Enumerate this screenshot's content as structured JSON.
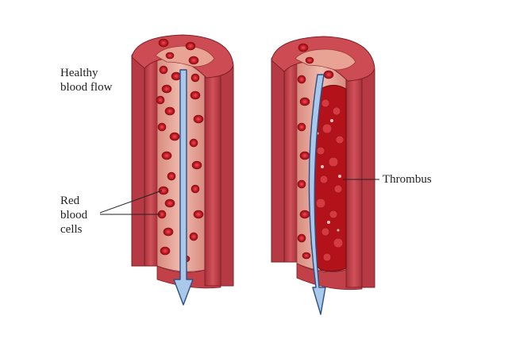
{
  "labels": {
    "healthy_line1": "Healthy",
    "healthy_line2": "blood flow",
    "rbc_line1": "Red",
    "rbc_line2": "blood",
    "rbc_line3": "cells",
    "thrombus": "Thrombus"
  },
  "colors": {
    "vessel_wall": "#c8414a",
    "vessel_wall_dark": "#9f2a33",
    "lumen": "#e7a89a",
    "red_blood_cell": "#c61a23",
    "thrombus": "#b3121a",
    "flow_arrow": "#a9c8ea",
    "flow_arrow_stroke": "#2d4f86"
  }
}
